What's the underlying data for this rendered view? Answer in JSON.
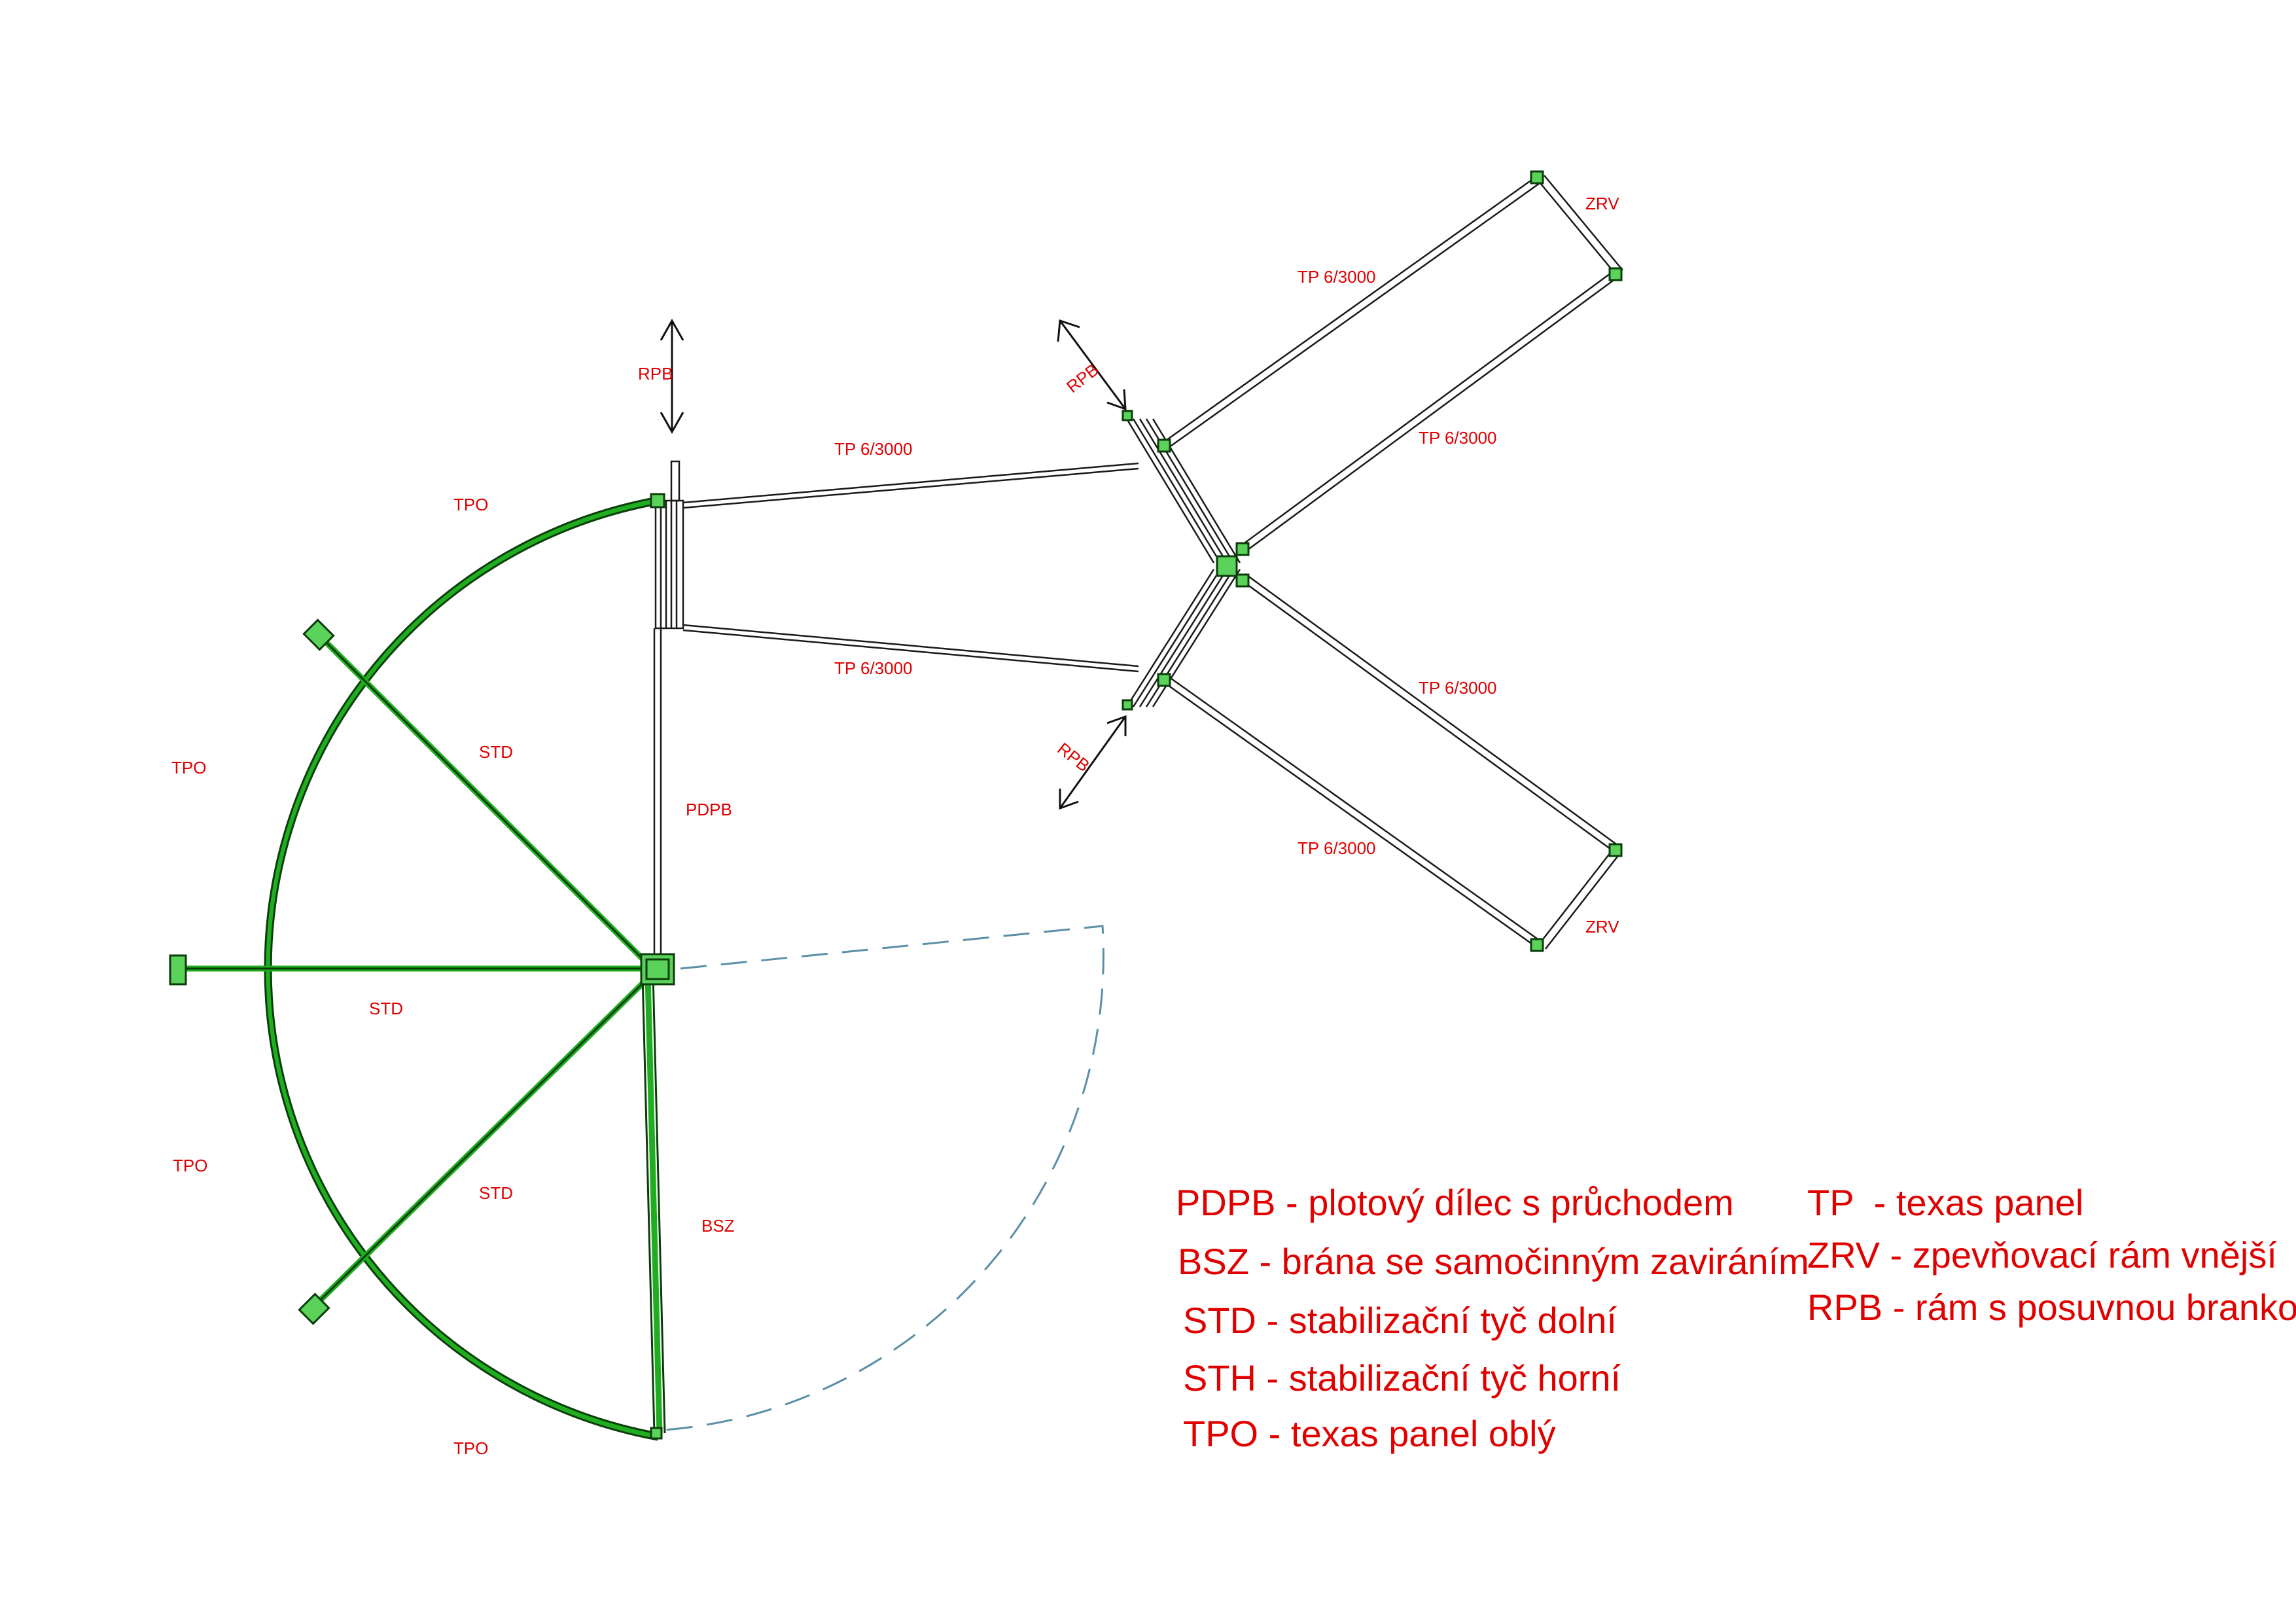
{
  "diagram_labels": {
    "tpo": "TPO",
    "std": "STD",
    "pdpb": "PDPB",
    "bsz": "BSZ",
    "rpb": "RPB",
    "tp": "TP 6/3000",
    "zrv": "ZRV"
  },
  "legend": {
    "left": [
      "PDPB - plotový dílec s průchodem",
      "BSZ - brána se samočinným zaviráním",
      "STD - stabilizační tyč dolní",
      "STH - stabilizační tyč horní",
      "TPO - texas panel oblý"
    ],
    "right": [
      "TP  - texas panel",
      "ZRV - zpevňovací rám vnější",
      "RPB - rám s posuvnou brankou"
    ]
  },
  "colors": {
    "label": "#e00000",
    "panel": "#1fae1f",
    "frame": "#1a1a1a",
    "swing": "#5b8fa8"
  }
}
